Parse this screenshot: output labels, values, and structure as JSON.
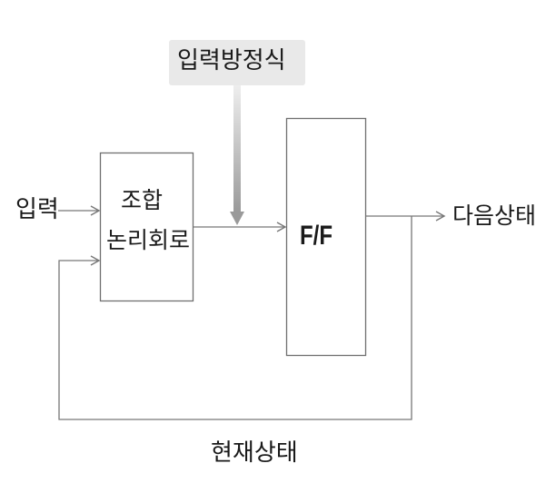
{
  "diagram": {
    "input_label": "입력",
    "combinational_block_line1": "조합",
    "combinational_block_line2": "논리회로",
    "input_equation_label": "입력방정식",
    "flipflop_label": "F/F",
    "next_state_label": "다음상태",
    "present_state_label": "현재상태"
  }
}
